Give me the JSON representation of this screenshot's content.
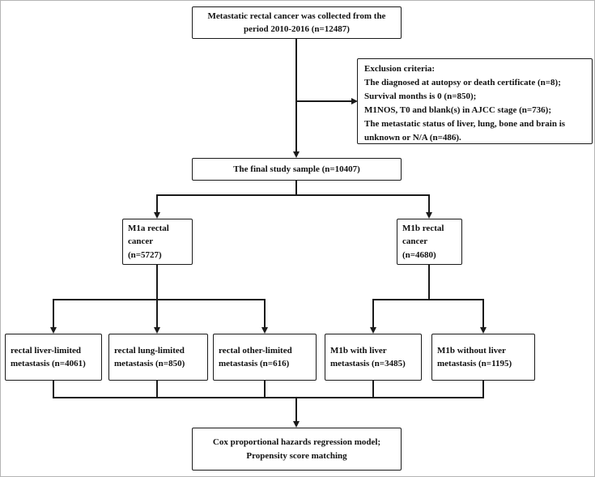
{
  "flowchart": {
    "top_box": {
      "line1": "Metastatic rectal cancer was collected from the",
      "line2": "period 2010-2016 (n=12487)"
    },
    "exclusion_box": {
      "title": "Exclusion criteria:",
      "items": [
        "The diagnosed at autopsy or death certificate (n=8);",
        "Survival months is 0 (n=850);",
        "M1NOS, T0 and blank(s) in AJCC stage (n=736);",
        "The metastatic status of liver, lung, bone and brain is unknown or N/A (n=486)."
      ]
    },
    "final_sample_box": "The final study sample (n=10407)",
    "m1a_box": "M1a rectal cancer (n=5727)",
    "m1b_box": "M1b rectal cancer (n=4680)",
    "liver_limited_box": "rectal liver-limited metastasis (n=4061)",
    "lung_limited_box": "rectal lung-limited metastasis (n=850)",
    "other_limited_box": "rectal other-limited metastasis (n=616)",
    "m1b_with_liver_box": "M1b with liver metastasis (n=3485)",
    "m1b_without_liver_box": "M1b without liver metastasis (n=1195)",
    "cox_box": {
      "line1": "Cox proportional hazards regression model;",
      "line2": "Propensity score matching"
    }
  },
  "colors": {
    "line": "#1a1a1a",
    "box_border": "#1a1a1a",
    "background": "#ffffff",
    "outer_border": "#b5b5b5"
  }
}
